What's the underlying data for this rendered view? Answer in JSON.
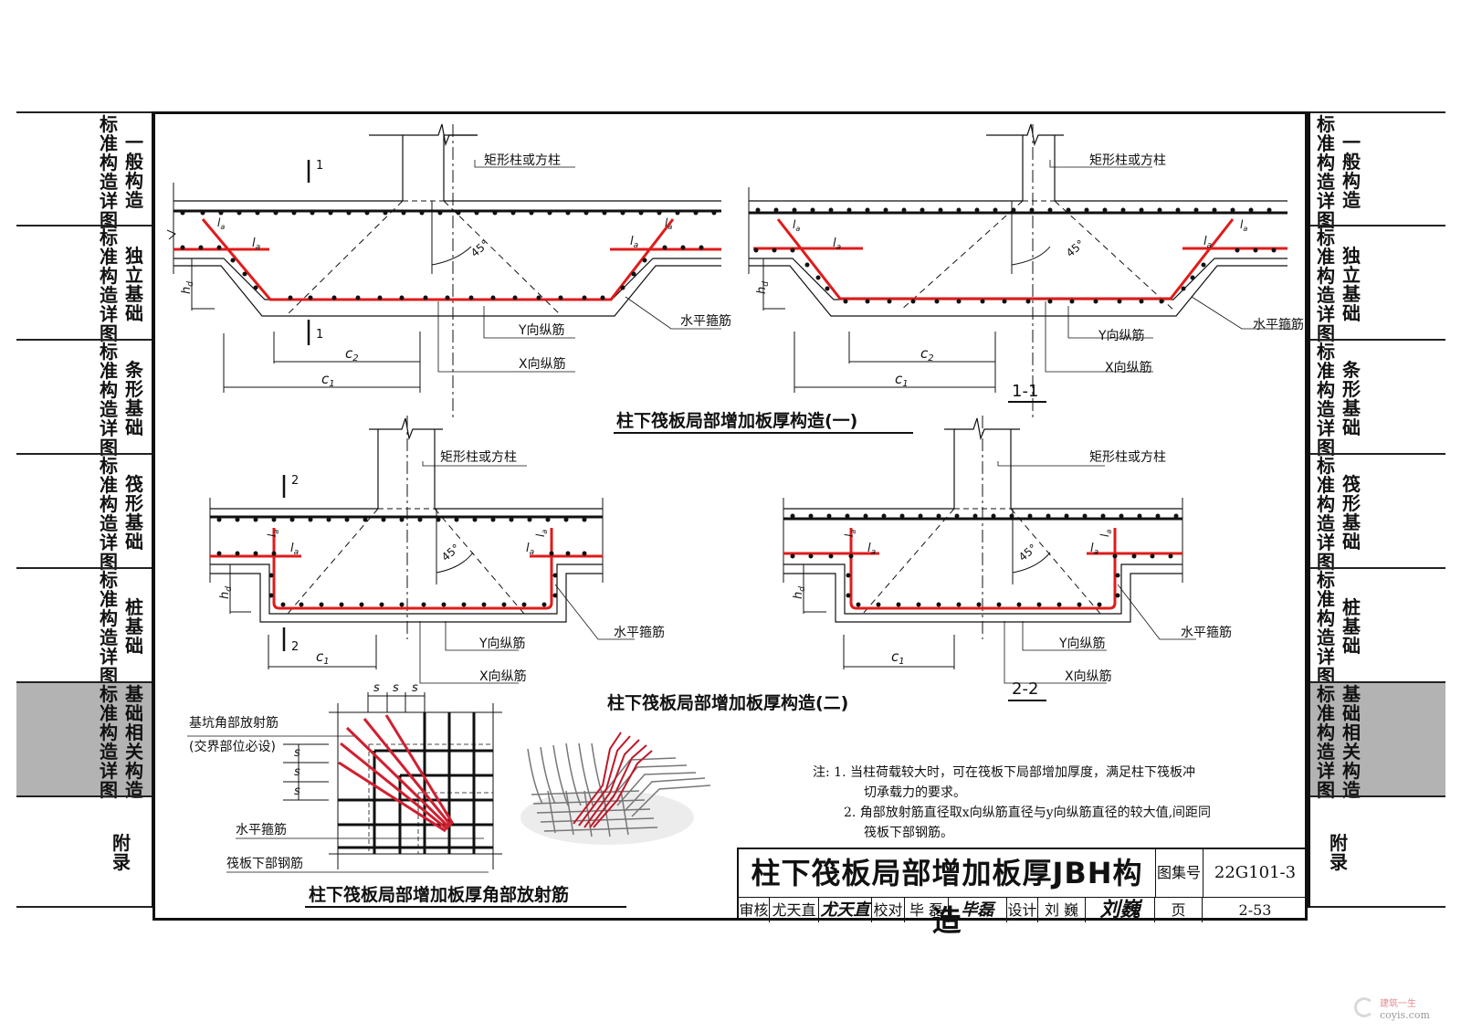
{
  "sidebar": {
    "tabs": [
      {
        "col1": "标准构造详图",
        "col2": "一般构造",
        "active": false
      },
      {
        "col1": "标准构造详图",
        "col2": "独立基础",
        "active": false
      },
      {
        "col1": "标准构造详图",
        "col2": "条形基础",
        "active": false
      },
      {
        "col1": "标准构造详图",
        "col2": "筏形基础",
        "active": false
      },
      {
        "col1": "标准构造详图",
        "col2": "桩基础",
        "active": false
      },
      {
        "col1": "标准构造详图",
        "col2": "基础相关构造",
        "active": true
      },
      {
        "col1": "附录",
        "col2": "",
        "active": false
      }
    ]
  },
  "drawings": {
    "detail_1": {
      "caption": "柱下筏板局部增加板厚构造(一)",
      "section_mark": "1",
      "column_label": "矩形柱或方柱",
      "angle": "45°",
      "anchor_label": "la",
      "depth_label": "hd",
      "dim_c1": "c1",
      "dim_c2": "c2",
      "y_bar": "Y向纵筋",
      "x_bar": "X向纵筋",
      "stirrup": "水平箍筋"
    },
    "section_1_1": {
      "caption": "1-1",
      "column_label": "矩形柱或方柱",
      "angle": "45°",
      "y_bar": "Y向纵筋",
      "x_bar": "X向纵筋",
      "stirrup": "水平箍筋"
    },
    "detail_2": {
      "caption": "柱下筏板局部增加板厚构造(二)",
      "section_mark": "2",
      "column_label": "矩形柱或方柱",
      "angle": "45°",
      "y_bar": "Y向纵筋",
      "x_bar": "X向纵筋",
      "stirrup": "水平箍筋"
    },
    "section_2_2": {
      "caption": "2-2",
      "column_label": "矩形柱或方柱",
      "angle": "45°",
      "y_bar": "Y向纵筋",
      "x_bar": "X向纵筋",
      "stirrup": "水平箍筋"
    },
    "corner": {
      "caption": "柱下筏板局部增加板厚角部放射筋",
      "label_radial": "基坑角部放射筋",
      "label_radial_note": "(交界部位必设)",
      "label_stirrup": "水平箍筋",
      "label_bottom": "筏板下部钢筋",
      "spacing": "s"
    }
  },
  "notes": {
    "prefix": "注:",
    "items": [
      "1. 当柱荷载较大时，可在筏板下局部增加厚度，满足柱下筏板冲",
      "切承载力的要求。",
      "2. 角部放射筋直径取x向纵筋直径与y向纵筋直径的较大值,间距同",
      "筏板下部钢筋。"
    ]
  },
  "title_block": {
    "title": "柱下筏板局部增加板厚JBH构造",
    "atlas_label": "图集号",
    "atlas_no": "22G101-3",
    "review_label": "审核",
    "reviewer": "尤天直",
    "check_label": "校对",
    "checker": "毕 磊",
    "design_label": "设计",
    "designer": "刘 巍",
    "page_label": "页",
    "page_no": "2-53"
  },
  "watermark": {
    "cn": "建筑一生",
    "en": "coyis.com"
  },
  "colors": {
    "rebar_red": "#e01b1b",
    "line": "#111111",
    "active_tab": "#b3b3b3"
  }
}
